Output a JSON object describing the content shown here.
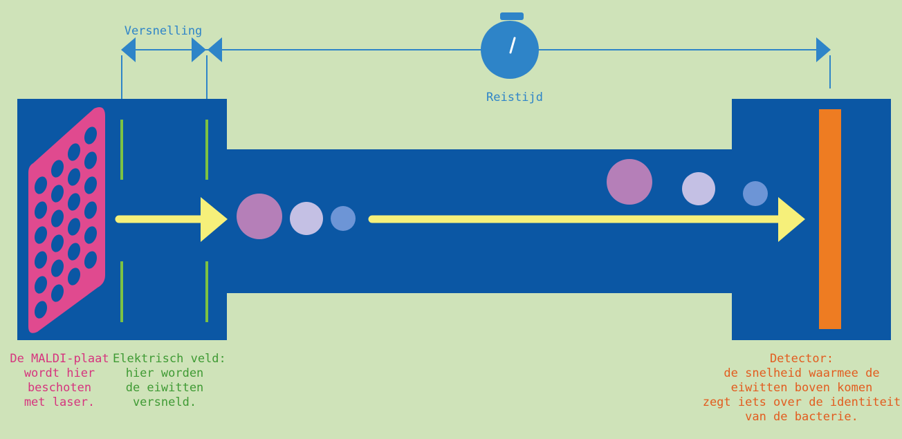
{
  "labels": {
    "acceleration": "Versnelling",
    "travel_time": "Reistijd",
    "maldi_plate": [
      "De MALDI-plaat",
      "wordt hier",
      "beschoten",
      "met laser."
    ],
    "electric_field": [
      "Elektrisch veld:",
      "hier worden",
      "de eiwitten",
      "versneld."
    ],
    "detector": [
      "Detector:",
      "de snelheid waarmee de",
      "eiwitten boven komen",
      "zegt iets over de identiteit",
      "van de bacterie."
    ]
  },
  "icons": {
    "stopwatch": "stopwatch-icon",
    "plate": "maldi-plate-icon"
  },
  "colors": {
    "background": "#cfe3b9",
    "chamber": "#0b57a4",
    "plate": "#e04a8f",
    "plate_holes": "#0b57a4",
    "field_lines": "#7cc242",
    "arrow": "#f6f07a",
    "detector": "#ee7c22",
    "measure": "#2e84c8",
    "particle_large": "#b57fb8",
    "particle_medium": "#c4c0e4",
    "particle_small": "#6d95d6"
  }
}
